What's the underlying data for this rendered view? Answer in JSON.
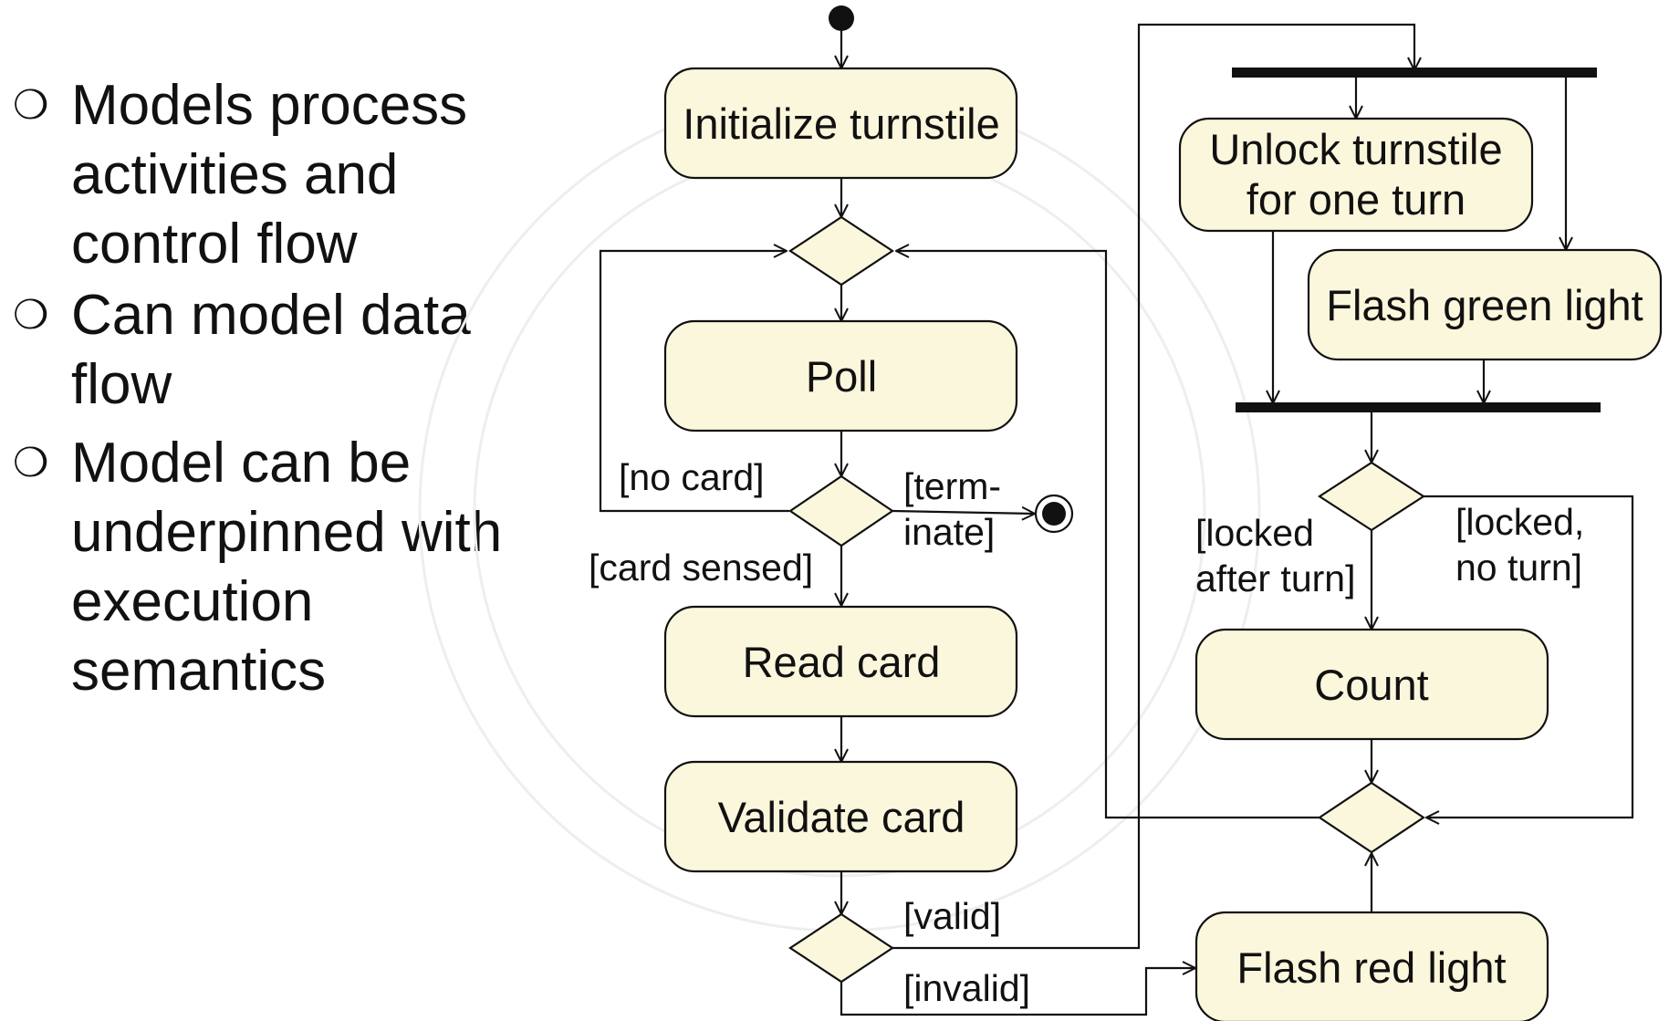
{
  "bullets": [
    {
      "marker": "❍",
      "text": "Models process activities and control flow"
    },
    {
      "marker": "❍",
      "text": "Can model data flow"
    },
    {
      "marker": "❍",
      "text": "Model can be underpinned with execution semantics"
    }
  ],
  "diagram": {
    "nodes": {
      "initialize": "Initialize turnstile",
      "poll": "Poll",
      "read_card": "Read card",
      "validate_card": "Validate card",
      "unlock_line1": "Unlock turnstile",
      "unlock_line2": "for one turn",
      "flash_green": "Flash green light",
      "count": "Count",
      "flash_red": "Flash red light"
    },
    "guards": {
      "no_card": "[no card]",
      "terminate_line1": "[term-",
      "terminate_line2": "inate]",
      "card_sensed": "[card sensed]",
      "locked_after_line1": "[locked",
      "locked_after_line2": "after turn]",
      "locked_no_turn_line1": "[locked,",
      "locked_no_turn_line2": "no turn]",
      "valid": "[valid]",
      "invalid": "[invalid]"
    },
    "colors": {
      "node_fill": "#fbf7dc",
      "stroke": "#111111"
    }
  }
}
